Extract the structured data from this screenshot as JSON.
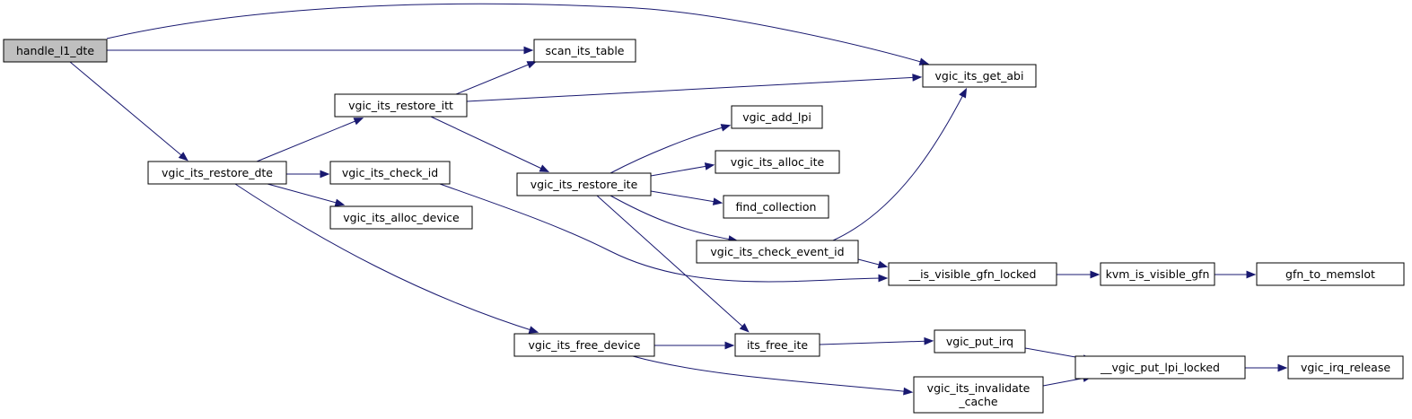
{
  "graph": {
    "colors": {
      "edge": "#191970",
      "root_fill": "#bfbfbf",
      "node_fill": "#ffffff",
      "node_border": "#000000"
    },
    "nodes": [
      {
        "id": "handle_l1_dte",
        "lines": [
          "handle_l1_dte"
        ],
        "root": true
      },
      {
        "id": "scan_its_table",
        "lines": [
          "scan_its_table"
        ]
      },
      {
        "id": "vgic_its_get_abi",
        "lines": [
          "vgic_its_get_abi"
        ]
      },
      {
        "id": "vgic_its_restore_dte",
        "lines": [
          "vgic_its_restore_dte"
        ]
      },
      {
        "id": "vgic_its_restore_itt",
        "lines": [
          "vgic_its_restore_itt"
        ]
      },
      {
        "id": "vgic_its_check_id",
        "lines": [
          "vgic_its_check_id"
        ]
      },
      {
        "id": "vgic_its_alloc_device",
        "lines": [
          "vgic_its_alloc_device"
        ]
      },
      {
        "id": "vgic_its_free_device",
        "lines": [
          "vgic_its_free_device"
        ]
      },
      {
        "id": "vgic_its_restore_ite",
        "lines": [
          "vgic_its_restore_ite"
        ]
      },
      {
        "id": "vgic_add_lpi",
        "lines": [
          "vgic_add_lpi"
        ]
      },
      {
        "id": "vgic_its_alloc_ite",
        "lines": [
          "vgic_its_alloc_ite"
        ]
      },
      {
        "id": "find_collection",
        "lines": [
          "find_collection"
        ]
      },
      {
        "id": "vgic_its_check_event_id",
        "lines": [
          "vgic_its_check_event_id"
        ]
      },
      {
        "id": "__is_visible_gfn_locked",
        "lines": [
          "__is_visible_gfn_locked"
        ]
      },
      {
        "id": "kvm_is_visible_gfn",
        "lines": [
          "kvm_is_visible_gfn"
        ]
      },
      {
        "id": "gfn_to_memslot",
        "lines": [
          "gfn_to_memslot"
        ]
      },
      {
        "id": "its_free_ite",
        "lines": [
          "its_free_ite"
        ]
      },
      {
        "id": "vgic_put_irq",
        "lines": [
          "vgic_put_irq"
        ]
      },
      {
        "id": "__vgic_put_lpi_locked",
        "lines": [
          "__vgic_put_lpi_locked"
        ]
      },
      {
        "id": "vgic_irq_release",
        "lines": [
          "vgic_irq_release"
        ]
      },
      {
        "id": "vgic_its_invalidate_cache",
        "lines": [
          "vgic_its_invalidate",
          "_cache"
        ]
      }
    ],
    "edges": [
      {
        "from": "handle_l1_dte",
        "to": "vgic_its_get_abi"
      },
      {
        "from": "handle_l1_dte",
        "to": "scan_its_table"
      },
      {
        "from": "handle_l1_dte",
        "to": "vgic_its_restore_dte"
      },
      {
        "from": "vgic_its_restore_itt",
        "to": "scan_its_table"
      },
      {
        "from": "vgic_its_restore_itt",
        "to": "vgic_its_get_abi"
      },
      {
        "from": "vgic_its_restore_itt",
        "to": "vgic_its_restore_ite"
      },
      {
        "from": "vgic_its_restore_dte",
        "to": "vgic_its_restore_itt"
      },
      {
        "from": "vgic_its_restore_dte",
        "to": "vgic_its_check_id"
      },
      {
        "from": "vgic_its_restore_dte",
        "to": "vgic_its_alloc_device"
      },
      {
        "from": "vgic_its_restore_dte",
        "to": "vgic_its_free_device"
      },
      {
        "from": "vgic_its_check_id",
        "to": "__is_visible_gfn_locked"
      },
      {
        "from": "vgic_its_restore_ite",
        "to": "vgic_add_lpi"
      },
      {
        "from": "vgic_its_restore_ite",
        "to": "vgic_its_alloc_ite"
      },
      {
        "from": "vgic_its_restore_ite",
        "to": "find_collection"
      },
      {
        "from": "vgic_its_restore_ite",
        "to": "vgic_its_check_event_id"
      },
      {
        "from": "vgic_its_restore_ite",
        "to": "its_free_ite"
      },
      {
        "from": "vgic_its_check_event_id",
        "to": "vgic_its_get_abi"
      },
      {
        "from": "vgic_its_check_event_id",
        "to": "__is_visible_gfn_locked"
      },
      {
        "from": "__is_visible_gfn_locked",
        "to": "kvm_is_visible_gfn"
      },
      {
        "from": "kvm_is_visible_gfn",
        "to": "gfn_to_memslot"
      },
      {
        "from": "vgic_its_free_device",
        "to": "its_free_ite"
      },
      {
        "from": "vgic_its_free_device",
        "to": "vgic_its_invalidate_cache"
      },
      {
        "from": "its_free_ite",
        "to": "vgic_put_irq"
      },
      {
        "from": "vgic_put_irq",
        "to": "__vgic_put_lpi_locked"
      },
      {
        "from": "vgic_its_invalidate_cache",
        "to": "__vgic_put_lpi_locked"
      },
      {
        "from": "__vgic_put_lpi_locked",
        "to": "vgic_irq_release"
      }
    ]
  }
}
